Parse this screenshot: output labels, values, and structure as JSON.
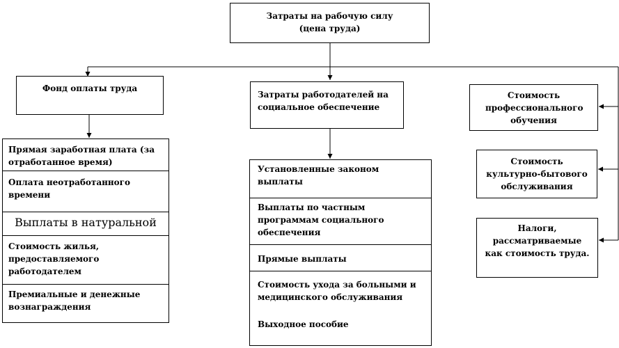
{
  "root": {
    "line1": "Затраты  на рабочую силу",
    "line2": "(цена труда)"
  },
  "fund": {
    "title": "Фонд оплаты труда",
    "items": [
      "Прямая заработная плата (за отработанное время)",
      "Оплата  неотработанного времени",
      "Выплаты  в  натуральной",
      "Стоимость жилья, предоставляемого работодателем",
      "Премиальные и денежные вознаграждения"
    ]
  },
  "social": {
    "title": "Затраты работодателей на социальное обеспечение",
    "items": [
      "Установленные законом выплаты",
      "Выплаты по частным программам  социального обеспечения",
      "Прямые выплаты",
      "Стоимость ухода за больными и медицинского обслуживания",
      "Выходное пособие"
    ]
  },
  "right": [
    "Стоимость профессионального обучения",
    "Стоимость культурно-бытового обслуживания",
    "Налоги, рассматриваемые как стоимость труда."
  ]
}
